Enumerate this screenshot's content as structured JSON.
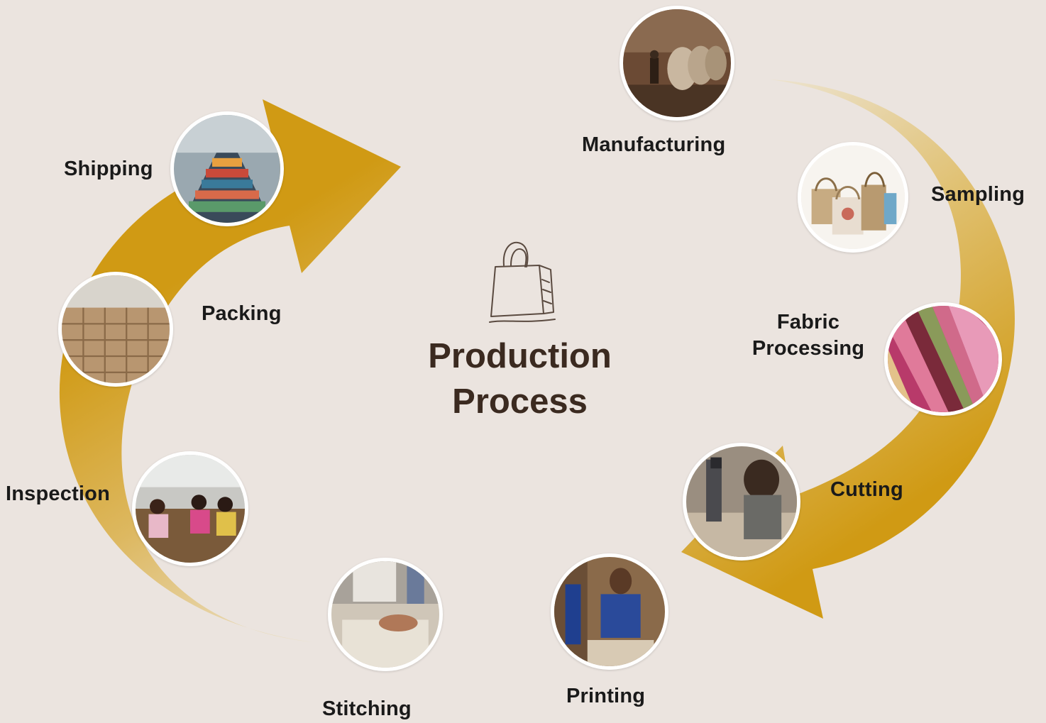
{
  "title": {
    "line1": "Production",
    "line2": "Process"
  },
  "center_icon": "shopping-bag-icon",
  "colors": {
    "background": "#ebe4df",
    "arrow": "#d09a14",
    "arrow_fade": "#ece2cc",
    "title_text": "#3b2a20",
    "label_text": "#1a1a1a"
  },
  "cycle_direction": "clockwise",
  "steps": [
    {
      "order": 1,
      "label": "Manufacturing",
      "photo": "factory-rolls-photo"
    },
    {
      "order": 2,
      "label": "Sampling",
      "photo": "jute-bags-photo"
    },
    {
      "order": 3,
      "label_line1": "Fabric",
      "label_line2": "Processing",
      "photo": "colored-fabric-photo"
    },
    {
      "order": 4,
      "label": "Cutting",
      "photo": "cutting-machine-photo"
    },
    {
      "order": 5,
      "label": "Printing",
      "photo": "screen-printing-photo"
    },
    {
      "order": 6,
      "label": "Stitching",
      "photo": "sewing-machine-photo"
    },
    {
      "order": 7,
      "label": "Inspection",
      "photo": "inspection-workers-photo"
    },
    {
      "order": 8,
      "label": "Packing",
      "photo": "carton-boxes-photo"
    },
    {
      "order": 9,
      "label": "Shipping",
      "photo": "container-ship-photo"
    }
  ]
}
